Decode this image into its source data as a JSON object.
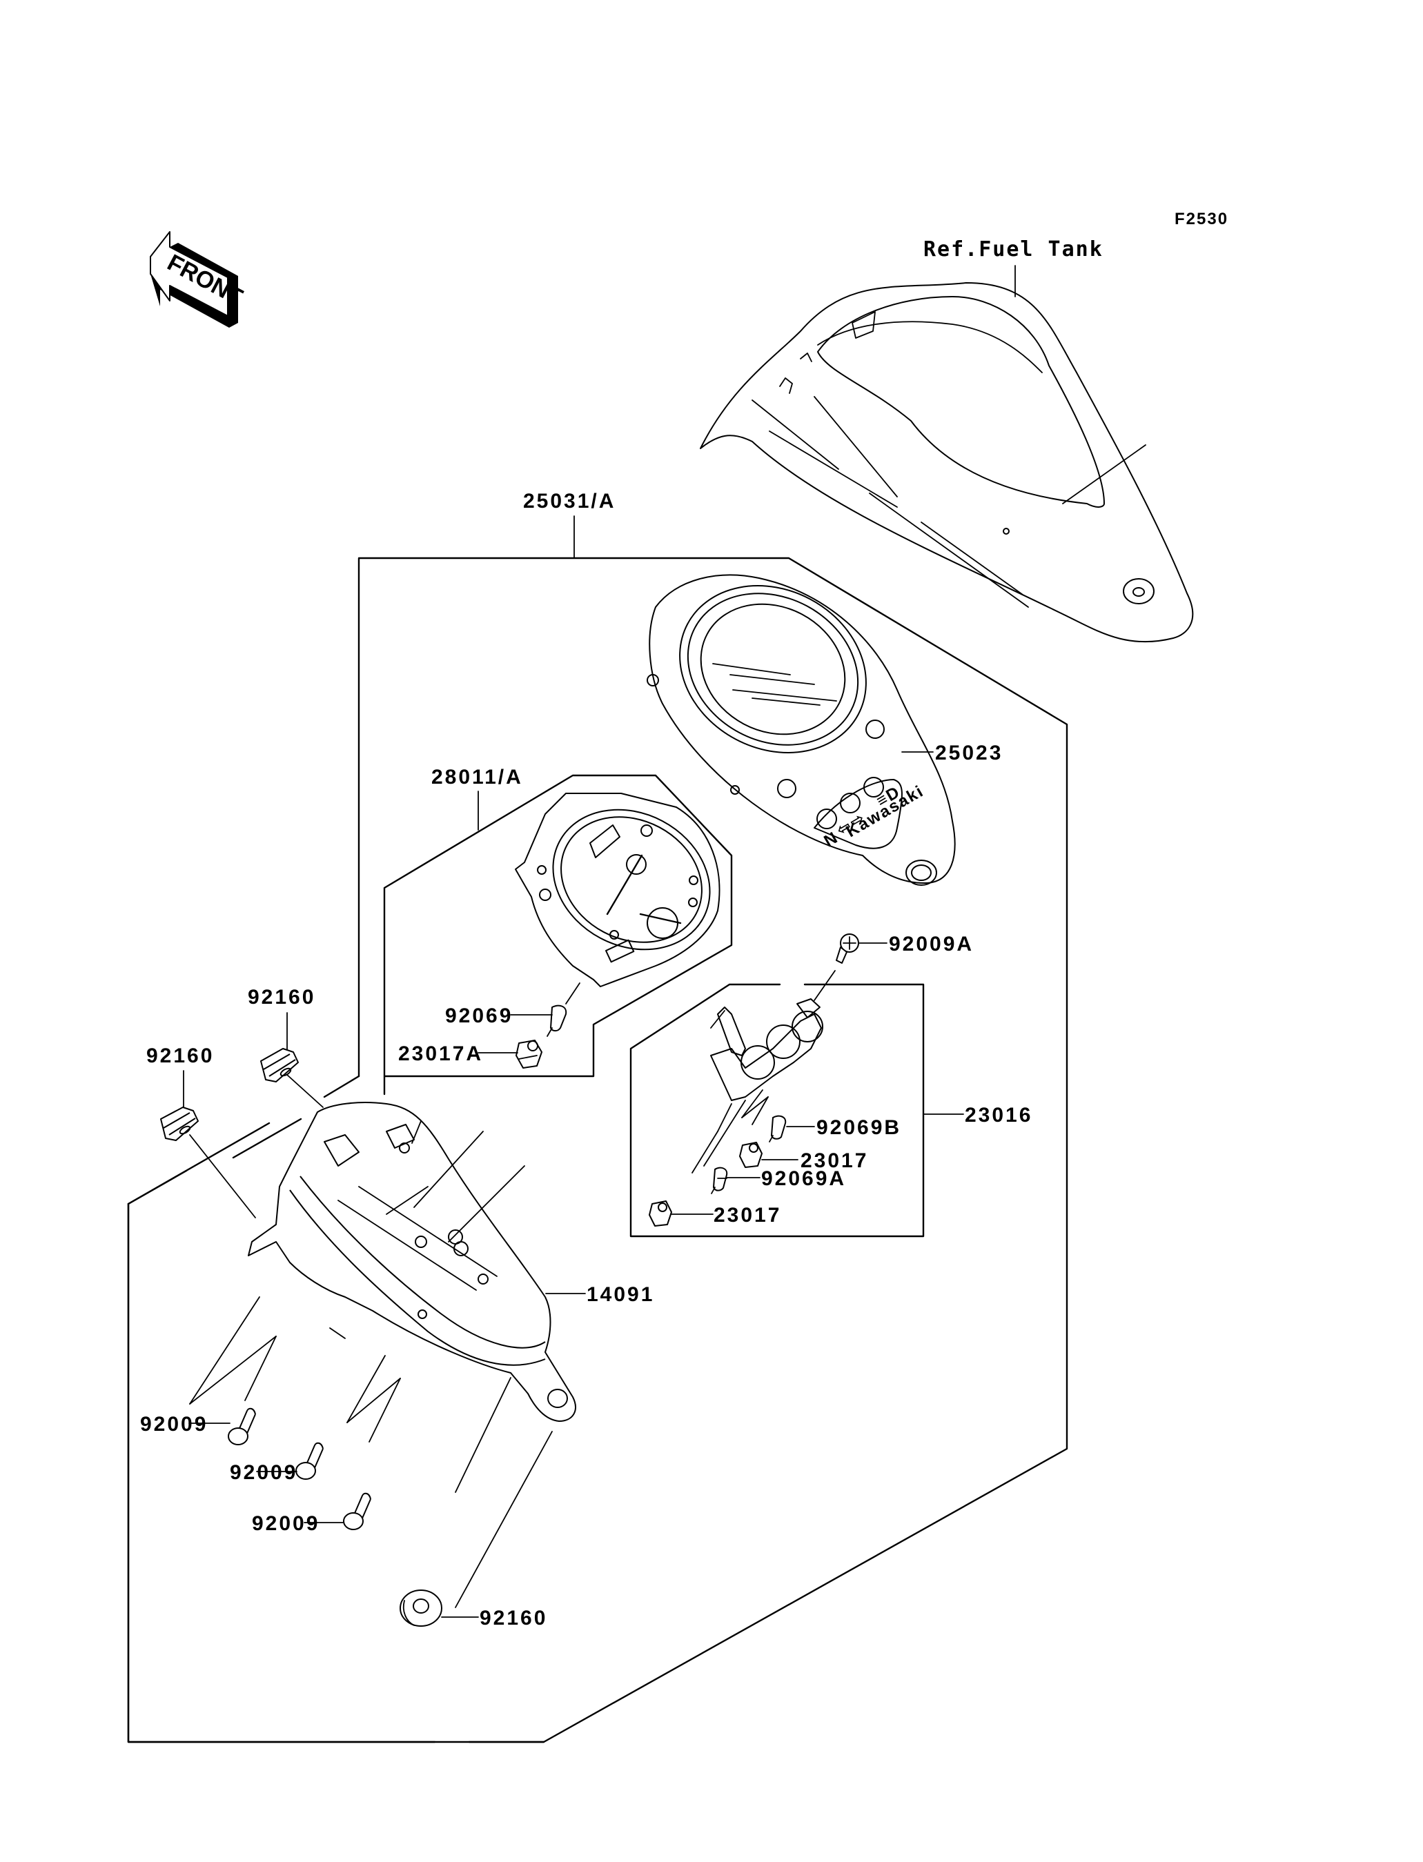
{
  "diagram": {
    "code": "F2530",
    "direction_marker": "FRONT",
    "reference_label": "Ref.Fuel Tank",
    "labels": {
      "meter_assy": "25031/A",
      "case_cover": "25023",
      "meter_unit": "28011/A",
      "bulb_main": "92069",
      "socket_main": "23017A",
      "screw_indicator": "92009A",
      "indicator_assy": "23016",
      "bulb_b": "92069B",
      "socket_upper": "23017",
      "bulb_a": "92069A",
      "socket_lower": "23017",
      "damper_right": "92160",
      "damper_left": "92160",
      "case_lower": "14091",
      "screw_1": "92009",
      "screw_2": "92009",
      "screw_3": "92009",
      "damper_bottom": "92160"
    },
    "indicator_panel": {
      "brand": "Kawasaki",
      "lamp_n": "N",
      "lamp_turn": "⇦⇨",
      "lamp_beam": "≡D"
    }
  }
}
